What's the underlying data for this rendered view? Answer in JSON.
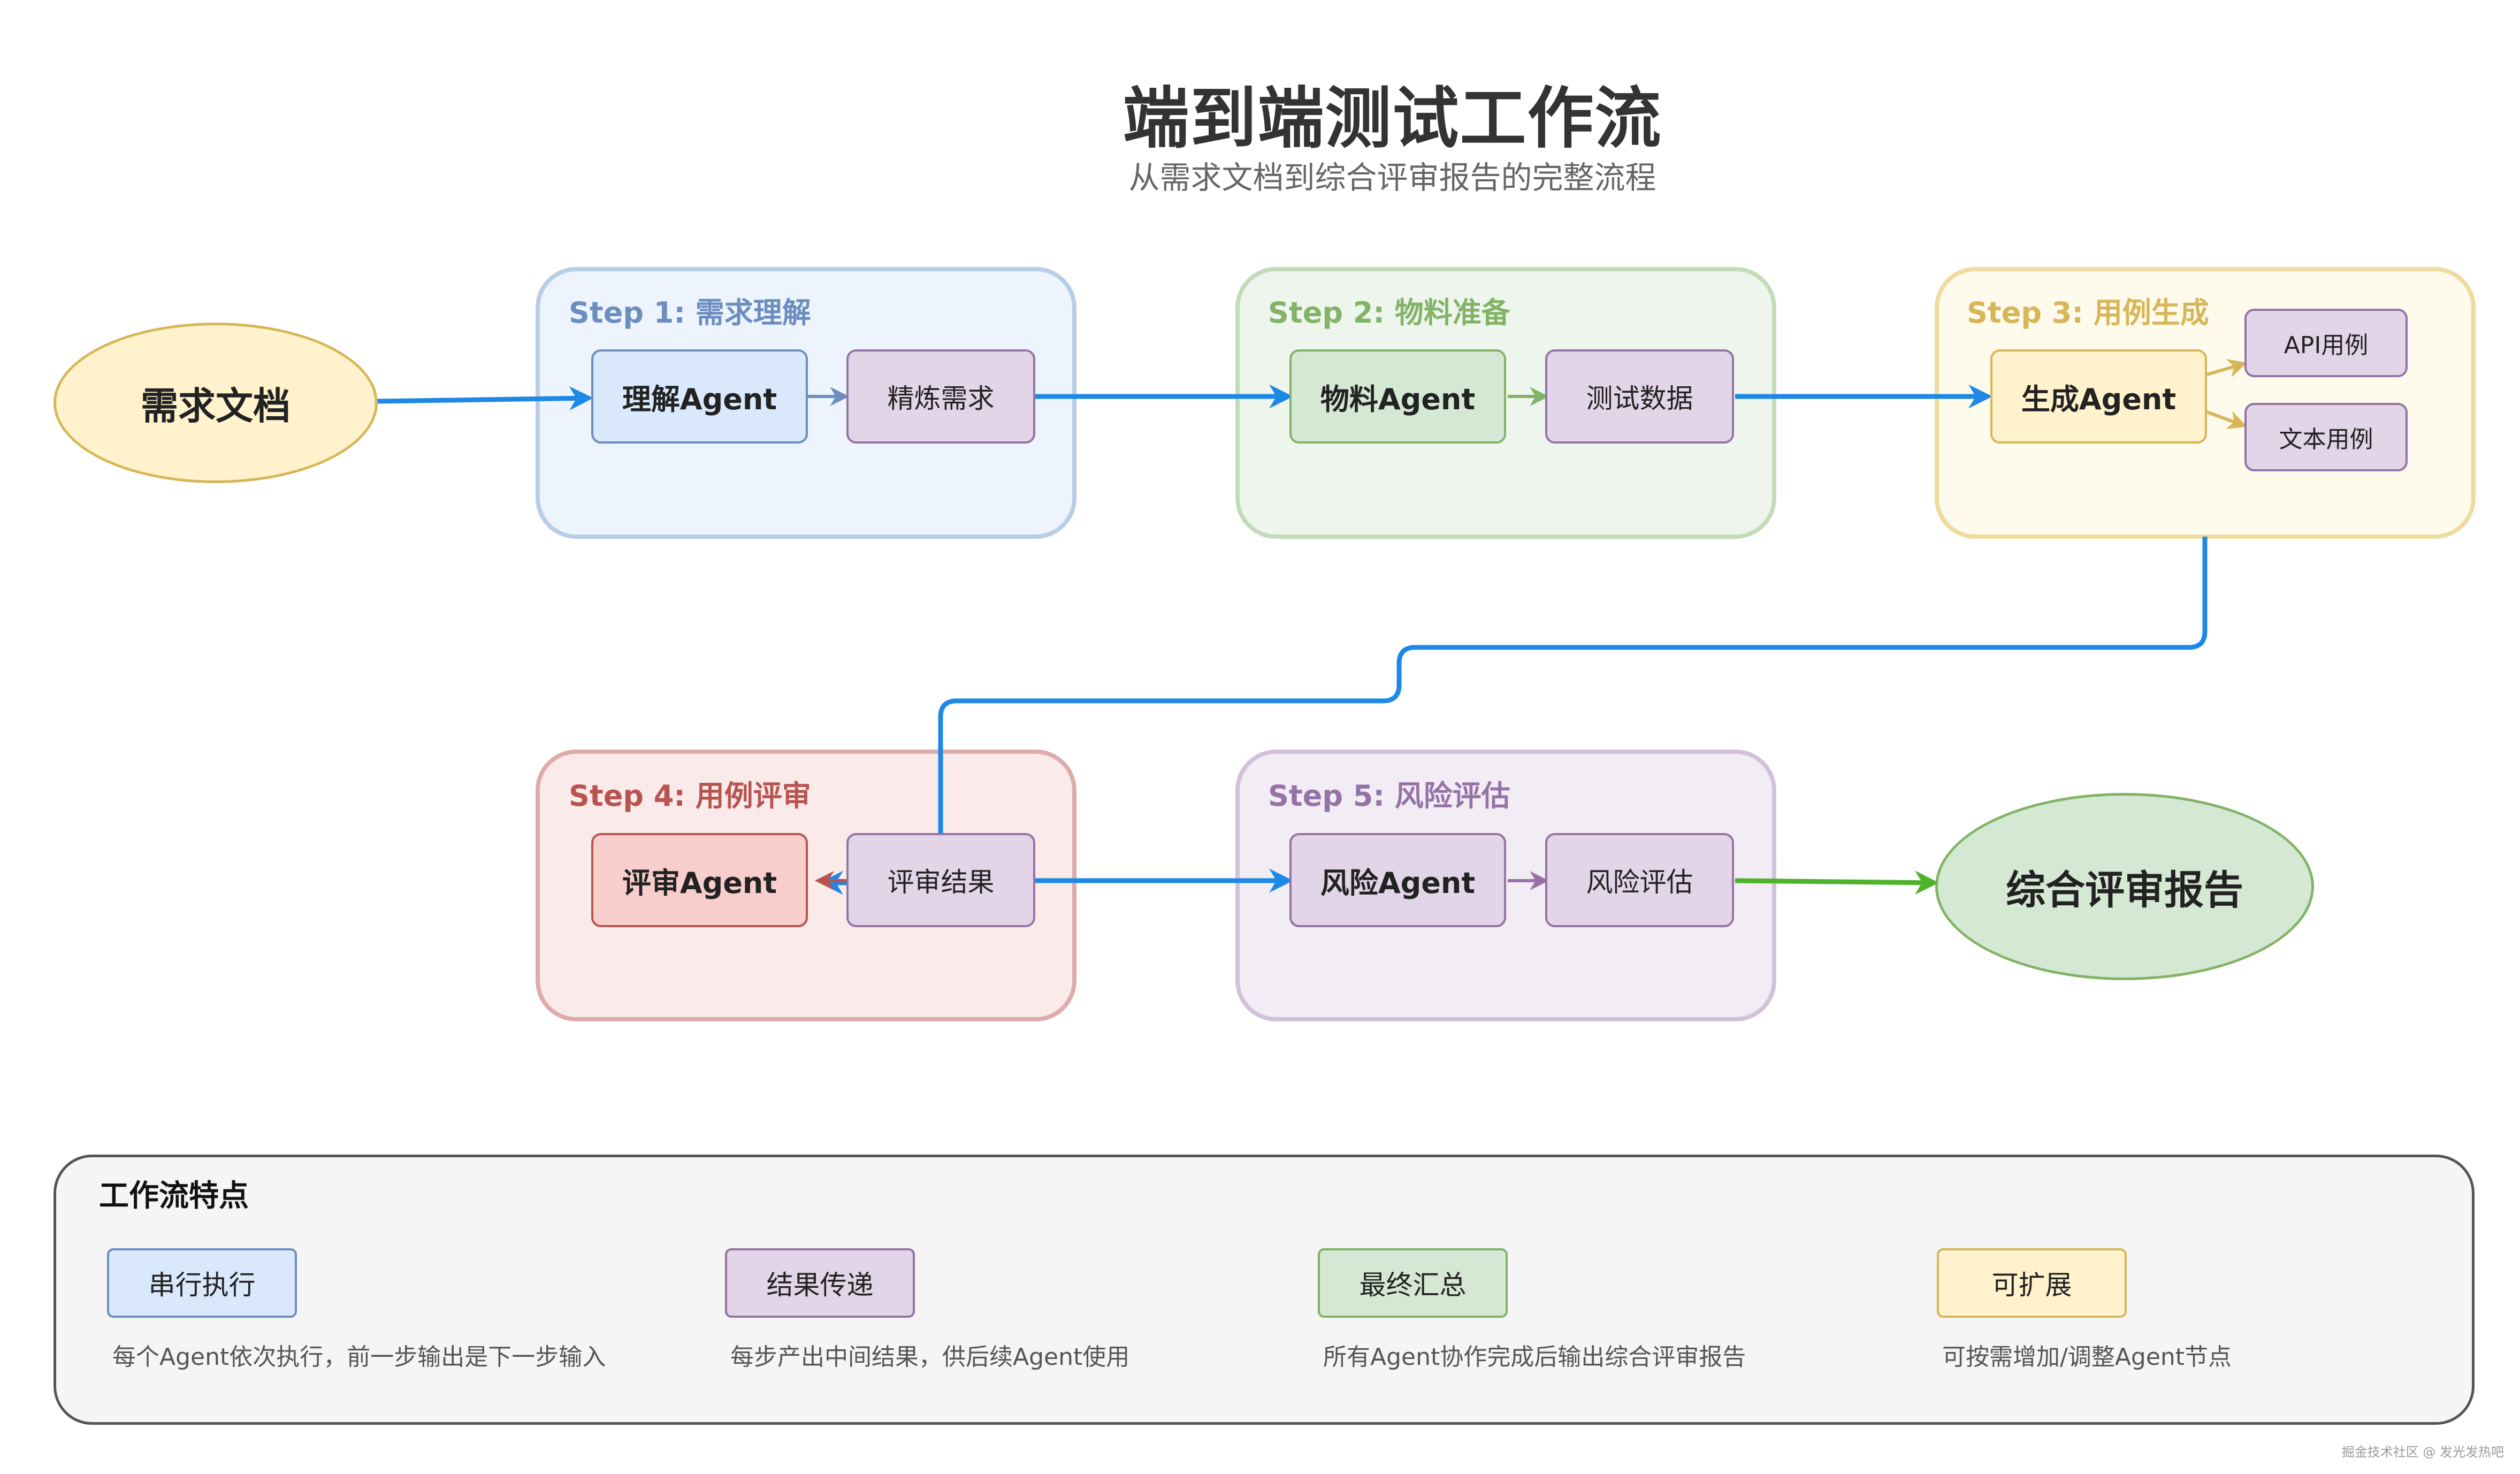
{
  "title": "端到端测试工作流",
  "subtitle": "从需求文档到综合评审报告的完整流程",
  "start_node": {
    "label": "需求文档"
  },
  "end_node": {
    "label": "综合评审报告"
  },
  "steps": [
    {
      "label": "Step 1: 需求理解",
      "agent": "理解Agent",
      "output": "精炼需求"
    },
    {
      "label": "Step 2: 物料准备",
      "agent": "物料Agent",
      "output": "测试数据"
    },
    {
      "label": "Step 3: 用例生成",
      "agent": "生成Agent",
      "outputs": [
        "API用例",
        "文本用例"
      ]
    },
    {
      "label": "Step 4: 用例评审",
      "agent": "评审Agent",
      "output": "评审结果"
    },
    {
      "label": "Step 5: 风险评估",
      "agent": "风险Agent",
      "output": "风险评估"
    }
  ],
  "features": {
    "title": "工作流特点",
    "items": [
      {
        "label": "串行执行",
        "description": "每个Agent依次执行，前一步输出是下一步输入"
      },
      {
        "label": "结果传递",
        "description": "每步产出中间结果，供后续Agent使用"
      },
      {
        "label": "最终汇总",
        "description": "所有Agent协作完成后输出综合评审报告"
      },
      {
        "label": "可扩展",
        "description": "可按需增加/调整Agent节点"
      }
    ]
  },
  "watermark": "掘金技术社区 @ 发光发热吧",
  "colors": {
    "blue_stroke": "#6c8ebf",
    "blue_fill": "#dae8fc",
    "blue_group_bg": "#edf4fd",
    "green_stroke": "#82b366",
    "green_fill": "#d5e8d4",
    "green_group_bg": "#eef5ec",
    "yellow_stroke": "#d6b656",
    "yellow_fill": "#fff2cc",
    "yellow_group_bg": "#fefaec",
    "red_stroke": "#b85450",
    "red_fill": "#f8cecc",
    "red_group_bg": "#fbeaea",
    "purple_stroke": "#9673a6",
    "purple_fill": "#e1d5e7",
    "purple_group_bg": "#f2ecf4",
    "main_arrow": "#1e88e5",
    "final_arrow": "#4db32a"
  }
}
